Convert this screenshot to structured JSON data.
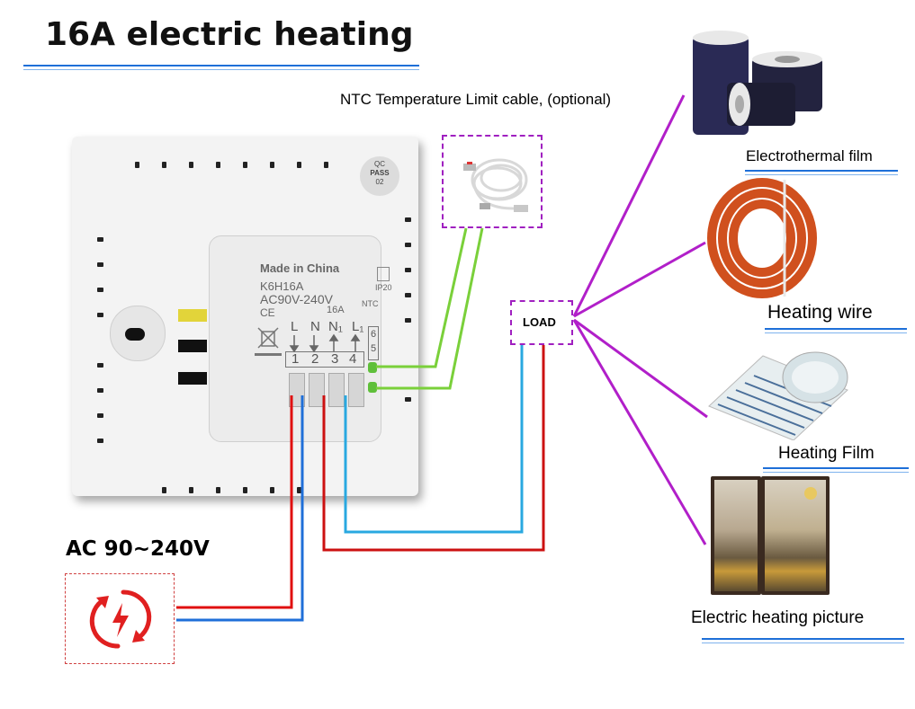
{
  "title": "16A electric heating",
  "ntc_caption": "NTC Temperature Limit cable, (optional)",
  "power_label": "AC 90~240V",
  "load_label": "LOAD",
  "qc_badge": {
    "line1": "QC",
    "line2": "PASS",
    "line3": "02"
  },
  "device": {
    "made_in": "Made in China",
    "model": "K6H16A",
    "voltage": "AC90V-240V",
    "current": "16A",
    "ip_rating": "IP20",
    "ntc_label": "NTC",
    "terminal_letters": [
      "L",
      "N",
      "N₁",
      "L₁"
    ],
    "terminal_numbers": [
      "1",
      "2",
      "3",
      "4"
    ],
    "ntc_terminals": [
      "6",
      "5"
    ],
    "ce_mark": "CE"
  },
  "loads": [
    {
      "name": "Electrothermal film"
    },
    {
      "name": "Heating wire"
    },
    {
      "name": "Heating Film"
    },
    {
      "name": "Electric heating picture"
    }
  ],
  "colors": {
    "live": "#e01010",
    "neutral": "#1f6fd8",
    "load_live": "#cc1111",
    "load_neutral": "#29a8e0",
    "ntc_wire": "#7ad03a",
    "load_branch": "#b11fc9",
    "dash_box": "#a020c0",
    "power_icon": "#e02020"
  }
}
